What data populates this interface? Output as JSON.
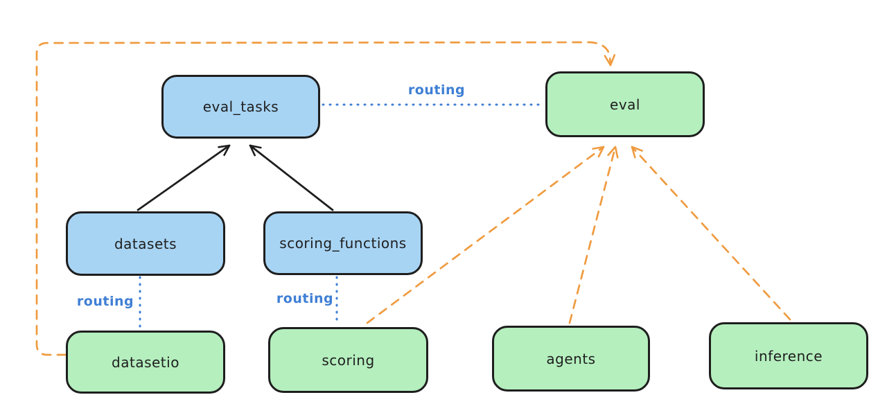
{
  "diagram": {
    "colors": {
      "black": "#1e1e1e",
      "blue": "#3f7fd4",
      "orange": "#ef9b40",
      "blue_fill": "#a8d4f4",
      "green_fill": "#b5efbe",
      "background": "#ffffff"
    },
    "nodes": [
      {
        "id": "eval_tasks",
        "label": "eval_tasks",
        "color": "blue"
      },
      {
        "id": "eval",
        "label": "eval",
        "color": "green"
      },
      {
        "id": "datasets",
        "label": "datasets",
        "color": "blue"
      },
      {
        "id": "scoring_functions",
        "label": "scoring_functions",
        "color": "blue"
      },
      {
        "id": "datasetio",
        "label": "datasetio",
        "color": "green"
      },
      {
        "id": "scoring",
        "label": "scoring",
        "color": "green"
      },
      {
        "id": "agents",
        "label": "agents",
        "color": "green"
      },
      {
        "id": "inference",
        "label": "inference",
        "color": "green"
      }
    ],
    "edges": [
      {
        "from": "datasets",
        "to": "eval_tasks",
        "style": "solid-arrow",
        "color": "black",
        "label": ""
      },
      {
        "from": "scoring_functions",
        "to": "eval_tasks",
        "style": "solid-arrow",
        "color": "black",
        "label": ""
      },
      {
        "from": "eval_tasks",
        "to": "eval",
        "style": "dotted",
        "color": "blue",
        "label": "routing"
      },
      {
        "from": "datasets",
        "to": "datasetio",
        "style": "dotted",
        "color": "blue",
        "label": "routing"
      },
      {
        "from": "scoring_functions",
        "to": "scoring",
        "style": "dotted",
        "color": "blue",
        "label": "routing"
      },
      {
        "from": "datasetio",
        "to": "eval",
        "style": "dashed-arrow",
        "color": "orange",
        "label": ""
      },
      {
        "from": "scoring",
        "to": "eval",
        "style": "dashed-arrow",
        "color": "orange",
        "label": ""
      },
      {
        "from": "agents",
        "to": "eval",
        "style": "dashed-arrow",
        "color": "orange",
        "label": ""
      },
      {
        "from": "inference",
        "to": "eval",
        "style": "dashed-arrow",
        "color": "orange",
        "label": ""
      }
    ]
  }
}
